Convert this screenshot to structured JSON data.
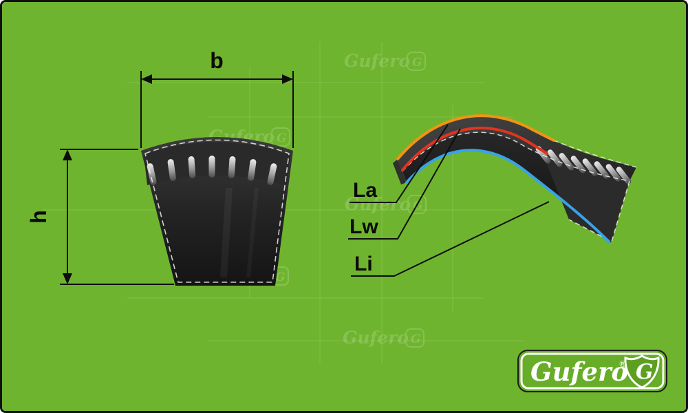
{
  "colors": {
    "background": "#6fb42e",
    "frame": "#101010",
    "dimension_lines": "#0d0d0d",
    "dashed_outline": "#efefef",
    "la_line": "#f29413",
    "lw_line": "#e1341f",
    "li_line": "#38a3e8",
    "belt_body": "#1e1e1e",
    "cord_metal": "#c9c9c9"
  },
  "cross_section": {
    "width_label": "b",
    "height_label": "h"
  },
  "length_lines": {
    "outer_label": "La",
    "pitch_label": "Lw",
    "inner_label": "Li"
  },
  "logo": {
    "brand": "Gufero",
    "registered": "®",
    "monogram": "G"
  },
  "watermark": {
    "brand": "Gufero",
    "monogram": "G"
  }
}
